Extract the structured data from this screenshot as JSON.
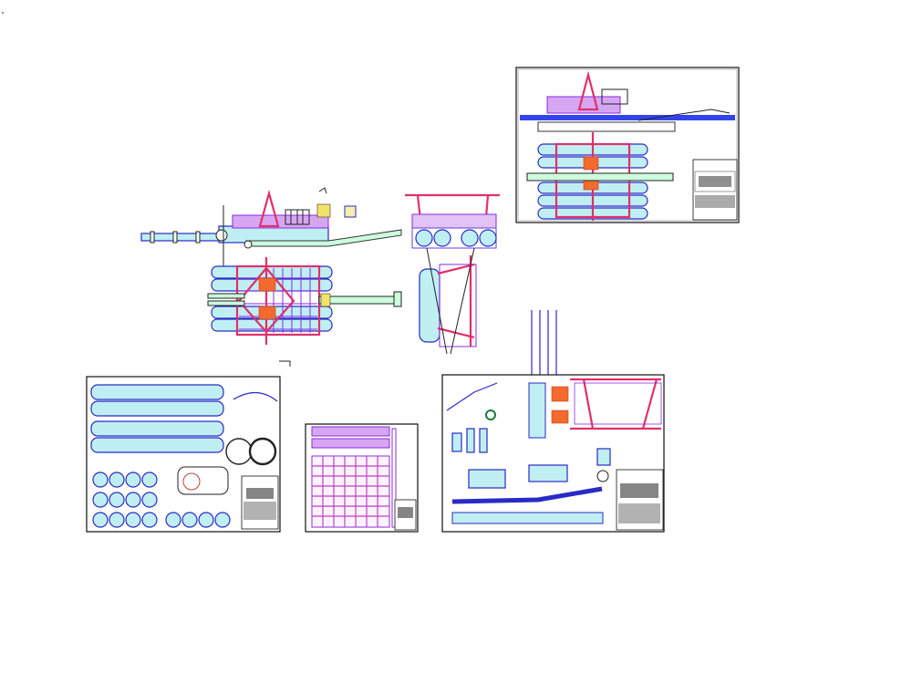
{
  "drawing": {
    "colors": {
      "frame": "#111111",
      "pontoon_fill": "#bfeff2",
      "pontoon_outline": "#2a2ac8",
      "structure": "#e0306a",
      "deck": "#8a2be2",
      "pump": "#f26a2e",
      "winch": "#f1e36a"
    },
    "sheets": [
      {
        "id": "general-arrangement"
      },
      {
        "id": "pontoons"
      },
      {
        "id": "deck-frame"
      },
      {
        "id": "equipment-details"
      }
    ]
  }
}
